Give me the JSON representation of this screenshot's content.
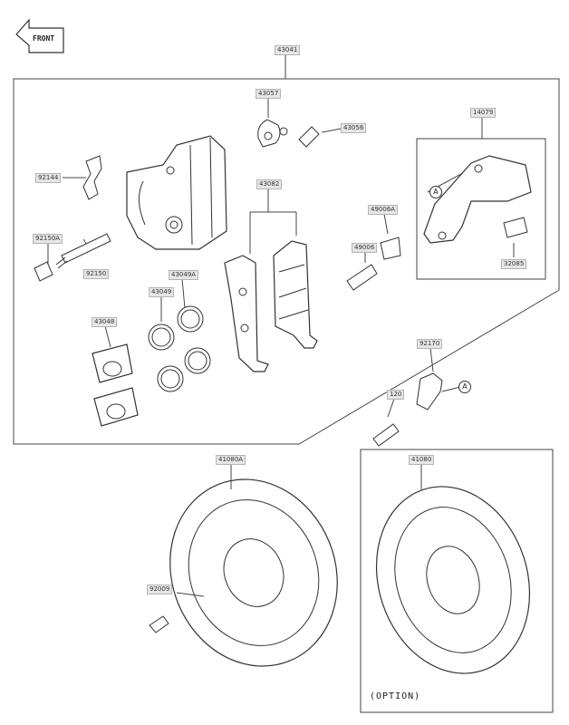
{
  "orientation": {
    "text": "FRONT"
  },
  "parts": {
    "caliper_assembly": "43041",
    "cap_bleeder": "43057",
    "bleeder_valve": "43056",
    "bracket_set": "14079",
    "spring": "92144",
    "plug": "92150A",
    "pin": "92150",
    "pad_set": "43082",
    "pin_boot_a": "49006A",
    "pin_boot": "49006",
    "pad_spring": "32085",
    "seal_dust": "43049A",
    "seal_piston": "43049",
    "piston": "43048",
    "hose_clamp": "92170",
    "bolt": "120",
    "disc_standard": "41080A",
    "disc_option": "41080",
    "disc_bolt": "92009"
  },
  "callouts": {
    "ref_a": "A"
  },
  "option": {
    "text": "(OPTION)"
  }
}
